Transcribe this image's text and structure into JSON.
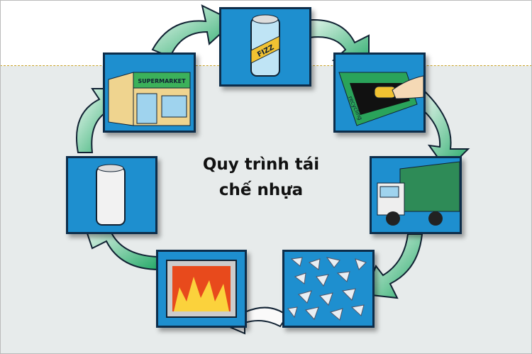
{
  "title_line1": "Quy trình tái",
  "title_line2": "chế nhựa",
  "illustration_labels": {
    "store_sign": "SUPERMARKET",
    "can_label": "FIZZ",
    "bin_label": "recycling"
  },
  "colors": {
    "box_blue": "#1e8fcf",
    "arrow_green": "#2fb574",
    "border": "#0d2d4a",
    "background": "#e7ebeb"
  }
}
